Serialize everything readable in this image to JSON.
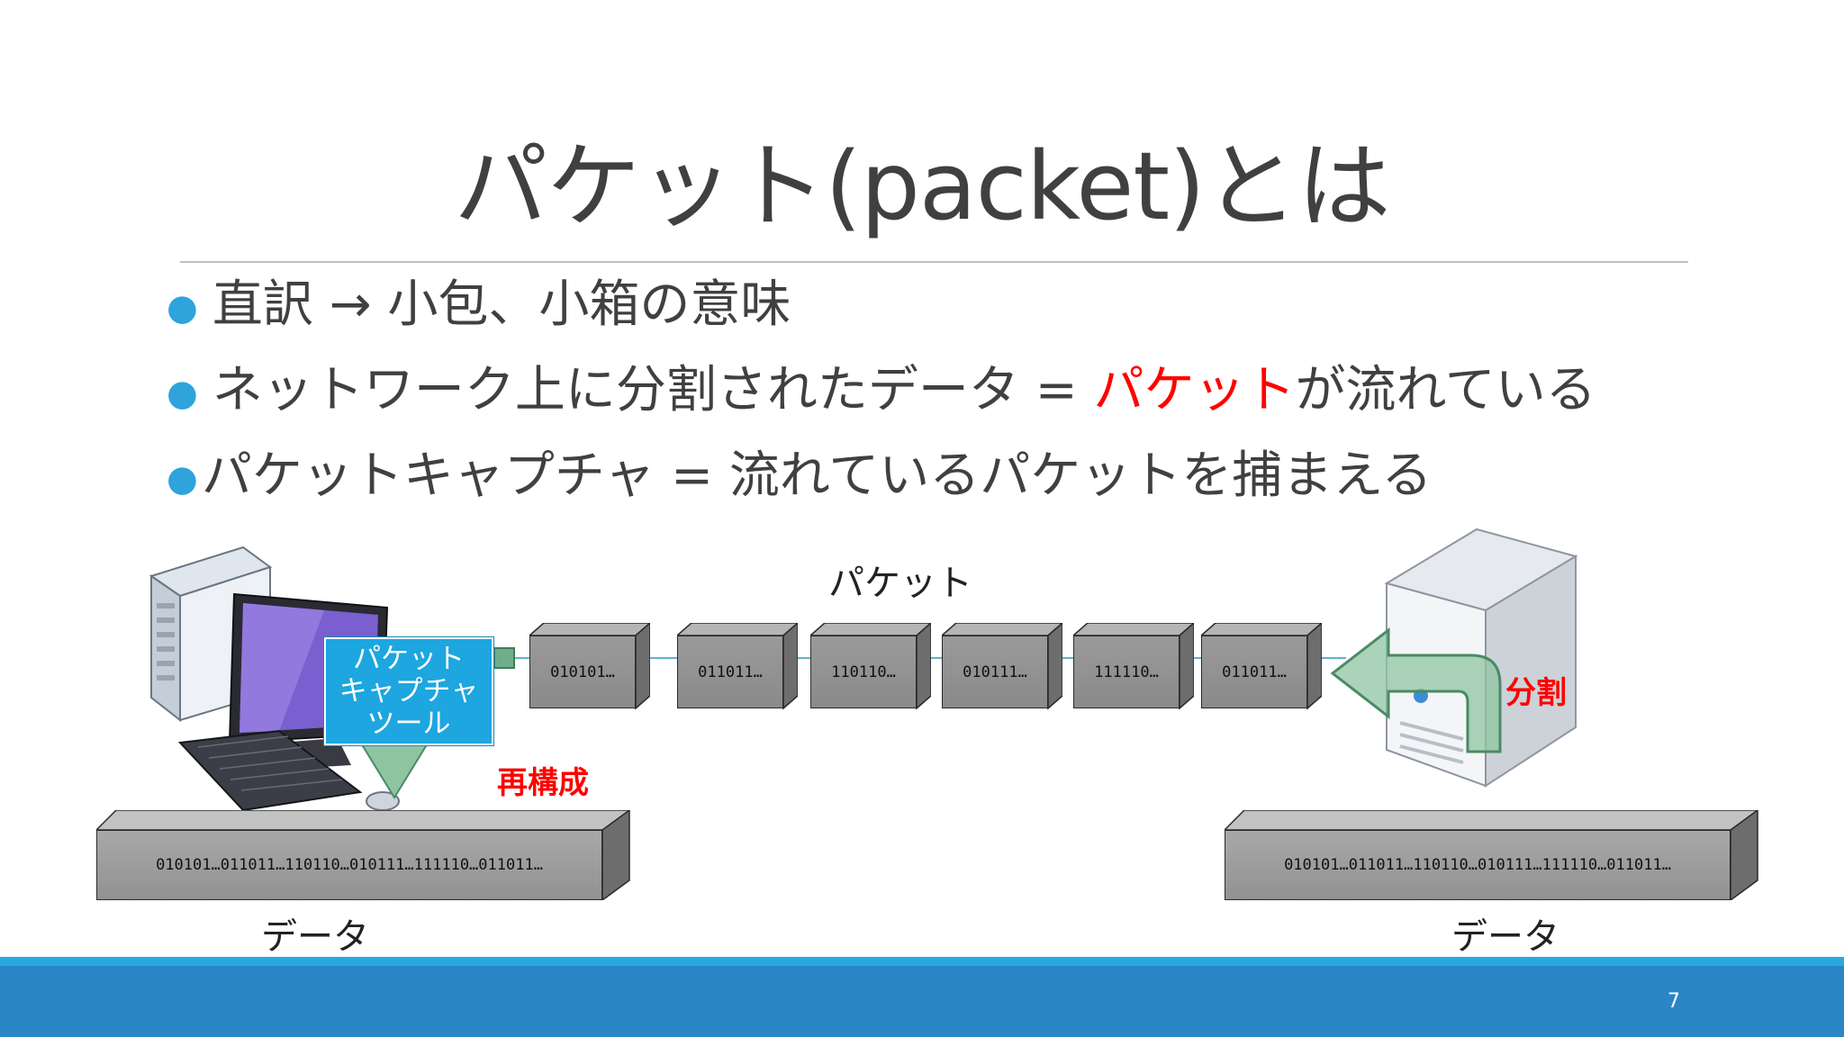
{
  "slide": {
    "title": "パケット(packet)とは",
    "page_number": "7"
  },
  "bullets": [
    {
      "text": "直訳 → 小包、小箱の意味"
    },
    {
      "text_before": "ネットワーク上に分割されたデータ = ",
      "highlight": "パケット",
      "text_after": "が流れている"
    },
    {
      "text": "パケットキャプチャ = 流れているパケットを捕まえる"
    }
  ],
  "diagram": {
    "packets_caption": "パケット",
    "packets": [
      "010101…",
      "011011…",
      "110110…",
      "010111…",
      "111110…",
      "011011…"
    ],
    "capture_tool": {
      "line1": "パケット",
      "line2": "キャプチャ",
      "line3": "ツール"
    },
    "reassemble_label": "再構成",
    "split_label": "分割",
    "data_left": {
      "bits": "010101…011011…110110…010111…111110…011011…",
      "caption": "データ"
    },
    "data_right": {
      "bits": "010101…011011…110110…010111…111110…011011…",
      "caption": "データ"
    }
  },
  "colors": {
    "accent_blue": "#2a86c6",
    "highlight_red": "#ff0000",
    "tool_box": "#1da6df",
    "arrow_green": "#6fae8a"
  }
}
